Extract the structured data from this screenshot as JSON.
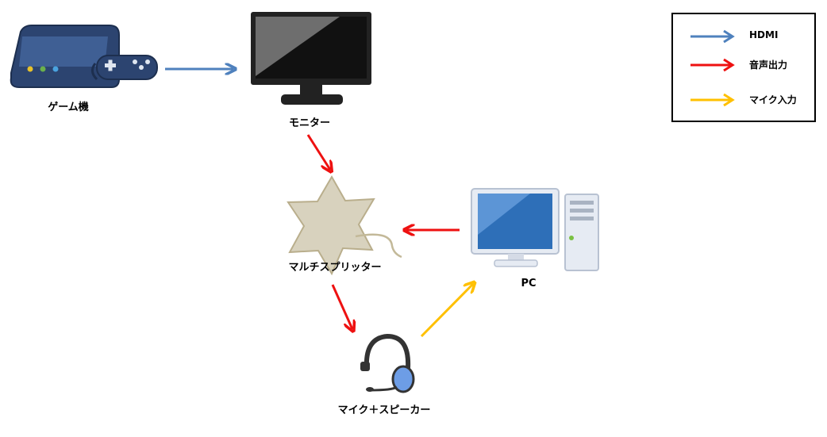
{
  "colors": {
    "hdmi": "#4f81bd",
    "audio_out": "#ee1111",
    "mic_in": "#ffc000"
  },
  "nodes": {
    "game_console": {
      "label": "ゲーム機",
      "icon": "game-console-icon"
    },
    "monitor": {
      "label": "モニター",
      "icon": "monitor-icon"
    },
    "splitter": {
      "label": "マルチスプリッター",
      "icon": "splitter-icon"
    },
    "pc": {
      "label": "PC",
      "icon": "pc-icon"
    },
    "headset": {
      "label": "マイク＋スピーカー",
      "icon": "headset-icon"
    }
  },
  "legend": [
    {
      "label": "HDMI",
      "color": "#4f81bd"
    },
    {
      "label": "音声出力",
      "color": "#ee1111"
    },
    {
      "label": "マイク入力",
      "color": "#ffc000"
    }
  ]
}
